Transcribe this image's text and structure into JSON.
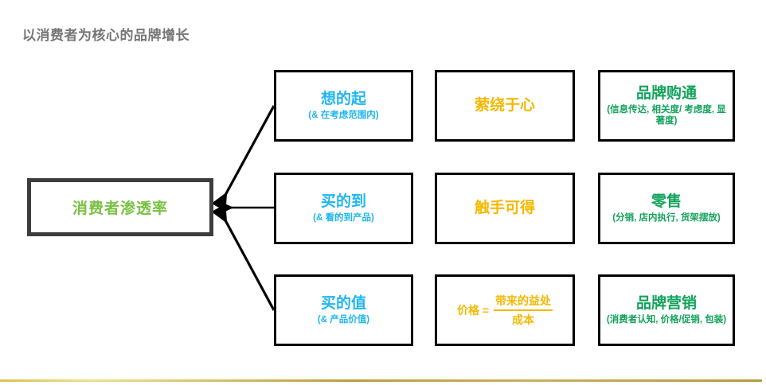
{
  "slide": {
    "title": "以消费者为核心的品牌增长",
    "title_color": "#767676",
    "background": "#ffffff",
    "accent_rule_color": "#c0a543"
  },
  "root": {
    "label": "消费者渗透率",
    "text_color": "#7ac143",
    "border_color": "#3d3d3d"
  },
  "columns": [
    {
      "id": "drivers",
      "color": "#1fb6f0"
    },
    {
      "id": "consumer-outcome",
      "color": "#f5b800"
    },
    {
      "id": "levers",
      "color": "#13a35c"
    }
  ],
  "rows": [
    {
      "id": "awareness",
      "driver": {
        "main": "想的起",
        "sub": "(& 在考虑范围内)"
      },
      "outcome": {
        "main": "萦绕于心",
        "sub": ""
      },
      "lever": {
        "main": "品牌购通",
        "sub": "(信息传达, 相关度/ 考虑度, 显著度)"
      }
    },
    {
      "id": "availability",
      "driver": {
        "main": "买的到",
        "sub": "(& 看的到产品)"
      },
      "outcome": {
        "main": "触手可得",
        "sub": ""
      },
      "lever": {
        "main": "零售",
        "sub": "(分销, 店内执行, 货架摆放)"
      }
    },
    {
      "id": "value",
      "driver": {
        "main": "买的值",
        "sub": "(& 产品价值)"
      },
      "outcome": {
        "main": "",
        "sub": "",
        "formula": {
          "lead": "价格 =",
          "numerator": "带来的益处",
          "denominator": "成本"
        }
      },
      "lever": {
        "main": "品牌营销",
        "sub": "(消费者认知, 价格/促销, 包装)"
      }
    }
  ],
  "connectors": {
    "description": "三条箭头由第一列各方框指向左侧消费者渗透率方框",
    "color": "#000000",
    "count": 3
  }
}
